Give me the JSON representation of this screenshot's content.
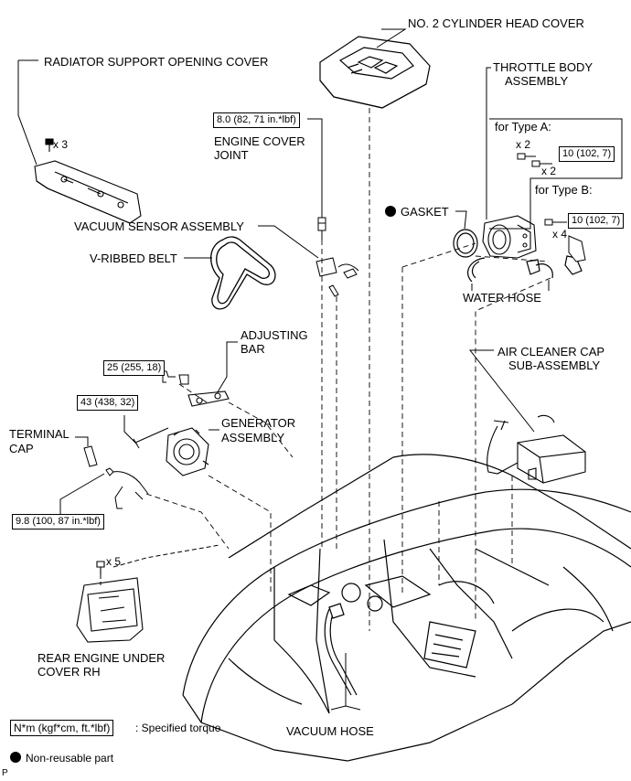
{
  "labels": {
    "cylinder_head_cover": "NO. 2 CYLINDER HEAD COVER",
    "radiator_cover": "RADIATOR SUPPORT OPENING COVER",
    "radiator_qty": "x 3",
    "throttle_1": "THROTTLE BODY",
    "throttle_2": "ASSEMBLY",
    "engine_cover_joint_1": "ENGINE COVER",
    "engine_cover_joint_2": "JOINT",
    "for_type_a": "for Type A:",
    "type_a_qty1": "x 2",
    "type_a_qty2": "x 2",
    "for_type_b": "for Type B:",
    "type_b_qty": "x 4",
    "gasket": "GASKET",
    "vacuum_sensor": "VACUUM SENSOR ASSEMBLY",
    "v_ribbed_belt": "V-RIBBED BELT",
    "water_hose": "WATER HOSE",
    "adjusting_1": "ADJUSTING",
    "adjusting_2": "BAR",
    "air_cleaner_1": "AIR CLEANER CAP",
    "air_cleaner_2": "SUB-ASSEMBLY",
    "generator_1": "GENERATOR",
    "generator_2": "ASSEMBLY",
    "terminal_1": "TERMINAL",
    "terminal_2": "CAP",
    "rear_cover_qty": "x 5",
    "rear_cover_1": "REAR ENGINE UNDER",
    "rear_cover_2": "COVER RH",
    "vacuum_hose": "VACUUM HOSE",
    "legend_torque_box": "N*m (kgf*cm, ft.*lbf)",
    "legend_torque_text": ": Specified torque",
    "legend_nonreusable": "Non-reusable part",
    "corner_mark": "P"
  },
  "torques": {
    "engine_cover_joint": "8.0 (82, 71 in.*lbf)",
    "type_a": "10 (102, 7)",
    "type_b": "10 (102, 7)",
    "adjusting_bar": "25 (255, 18)",
    "generator_bolt": "43 (438, 32)",
    "terminal_nut": "9.8 (100, 87 in.*lbf)"
  }
}
